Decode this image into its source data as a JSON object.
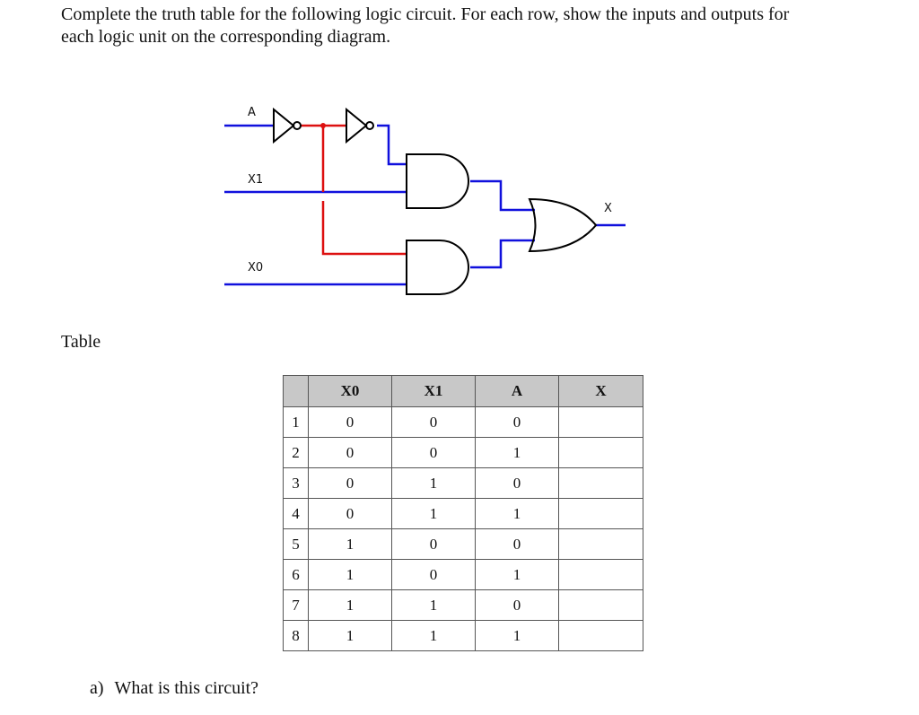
{
  "instructions": {
    "line1": "Complete the truth table for the following logic circuit.  For each row, show the inputs and outputs for",
    "line2": "each logic unit on the corresponding diagram."
  },
  "circuit": {
    "labels": {
      "a": "A",
      "x1": "X1",
      "x0": "X0",
      "x": "X"
    },
    "colors": {
      "wire_input": "#1010dd",
      "wire_inverted": "#dd1010",
      "gate_stroke": "#000000",
      "junction": "#dd1010"
    },
    "gates": [
      "not-gate",
      "not-gate",
      "and-gate",
      "and-gate",
      "or-gate"
    ]
  },
  "table_label": "Table",
  "truth_table": {
    "headers": [
      "",
      "X0",
      "X1",
      "A",
      "X"
    ],
    "rows": [
      {
        "idx": "1",
        "x0": "0",
        "x1": "0",
        "a": "0",
        "x": ""
      },
      {
        "idx": "2",
        "x0": "0",
        "x1": "0",
        "a": "1",
        "x": ""
      },
      {
        "idx": "3",
        "x0": "0",
        "x1": "1",
        "a": "0",
        "x": ""
      },
      {
        "idx": "4",
        "x0": "0",
        "x1": "1",
        "a": "1",
        "x": ""
      },
      {
        "idx": "5",
        "x0": "1",
        "x1": "0",
        "a": "0",
        "x": ""
      },
      {
        "idx": "6",
        "x0": "1",
        "x1": "0",
        "a": "1",
        "x": ""
      },
      {
        "idx": "7",
        "x0": "1",
        "x1": "1",
        "a": "0",
        "x": ""
      },
      {
        "idx": "8",
        "x0": "1",
        "x1": "1",
        "a": "1",
        "x": ""
      }
    ]
  },
  "question": {
    "tag": "a)",
    "text": "What is this circuit?"
  }
}
